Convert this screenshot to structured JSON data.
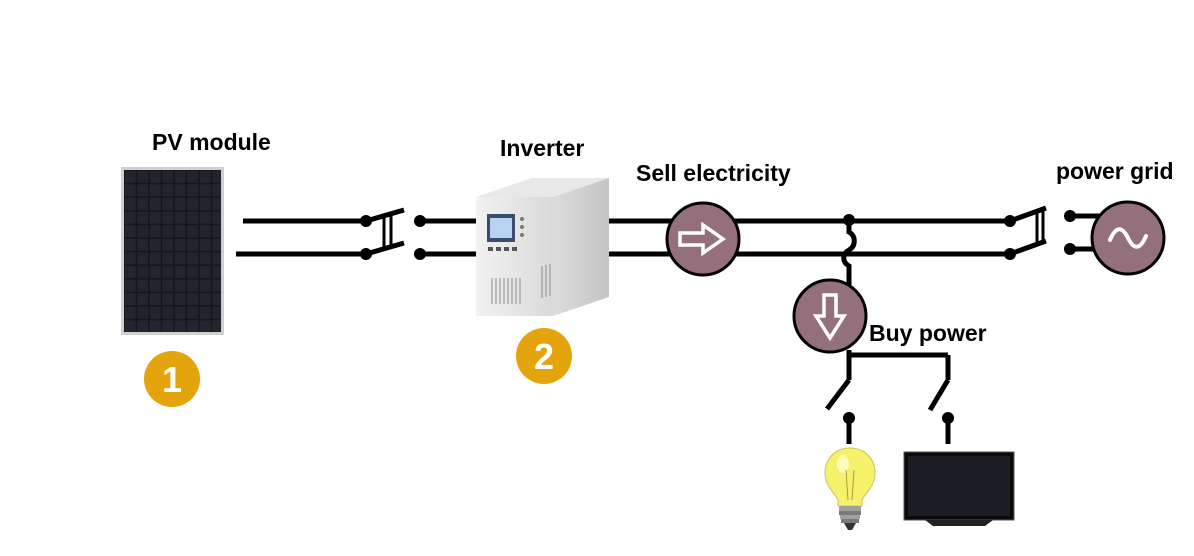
{
  "labels": {
    "pv_module": "PV module",
    "inverter": "Inverter",
    "sell": "Sell electricity",
    "grid": "power grid",
    "buy": "Buy power"
  },
  "badges": {
    "pv_number": "1",
    "inverter_number": "2"
  },
  "colors": {
    "badge": "#e3a50b",
    "meter_fill": "#94707c",
    "line": "#000000"
  },
  "icons": {
    "sell_meter": "arrow-right-icon",
    "buy_meter": "arrow-down-icon",
    "grid_source": "ac-sine-icon",
    "load_1": "light-bulb-icon",
    "load_2": "television-icon"
  }
}
